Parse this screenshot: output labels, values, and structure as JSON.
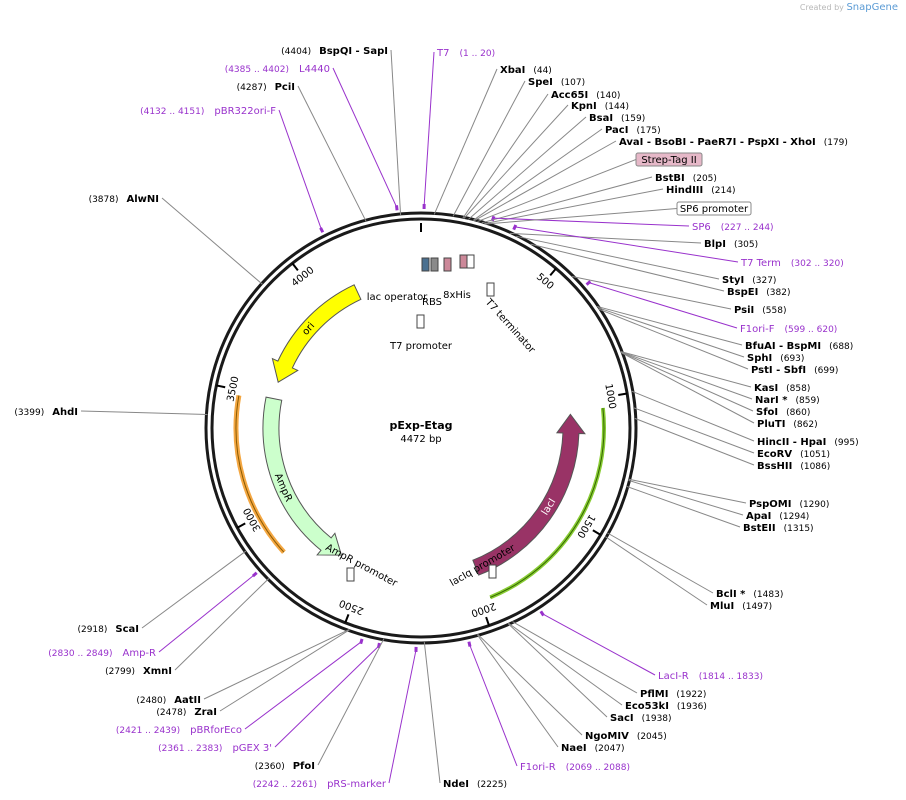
{
  "credit": {
    "prefix": "Created by",
    "brand": "SnapGene"
  },
  "plasmid": {
    "name": "pExp-Etag",
    "length_label": "4472 bp",
    "total_bp": 4472
  },
  "colors": {
    "enzyme": "#000000",
    "primer": "#9932cc",
    "backbone": "#1a1a1a",
    "ori": "#ffff00",
    "ampr": "#ccffcc",
    "laci": "#993366",
    "amp_primer": "#f4a742",
    "laci_primer": "#88cc33"
  },
  "tick_labels": [
    "500",
    "1000",
    "1500",
    "2000",
    "2500",
    "3000",
    "3500",
    "4000"
  ],
  "features": [
    {
      "name": "ori",
      "start": 3575,
      "end": 4161,
      "direction": "ccw",
      "color": "#ffff00"
    },
    {
      "name": "AmpR",
      "start": 2634,
      "end": 3494,
      "direction": "ccw",
      "color": "#ccffcc"
    },
    {
      "name": "lacI",
      "start": 1053,
      "end": 1970,
      "direction": "ccw",
      "color": "#993366"
    }
  ],
  "feature_labels": [
    "lac operator",
    "RBS",
    "8xHis",
    "T7 terminator",
    "T7 promoter",
    "lacIq promoter",
    "AmpR promoter"
  ],
  "enzymes_right": [
    {
      "name": "XbaI",
      "pos": "(44)"
    },
    {
      "name": "SpeI",
      "pos": "(107)"
    },
    {
      "name": "Acc65I",
      "pos": "(140)"
    },
    {
      "name": "KpnI",
      "pos": "(144)"
    },
    {
      "name": "BsaI",
      "pos": "(159)"
    },
    {
      "name": "PacI",
      "pos": "(175)"
    },
    {
      "name": "AvaI - BsoBI - PaeR7I - PspXI - XhoI",
      "pos": "(179)"
    },
    {
      "name": "BstBI",
      "pos": "(205)"
    },
    {
      "name": "HindIII",
      "pos": "(214)"
    },
    {
      "name": "BlpI",
      "pos": "(305)"
    },
    {
      "name": "StyI",
      "pos": "(327)"
    },
    {
      "name": "BspEI",
      "pos": "(382)"
    },
    {
      "name": "PsiI",
      "pos": "(558)"
    },
    {
      "name": "BfuAI - BspMI",
      "pos": "(688)"
    },
    {
      "name": "SphI",
      "pos": "(693)"
    },
    {
      "name": "PstI - SbfI",
      "pos": "(699)"
    },
    {
      "name": "KasI",
      "pos": "(858)"
    },
    {
      "name": "NarI *",
      "pos": "(859)"
    },
    {
      "name": "SfoI",
      "pos": "(860)"
    },
    {
      "name": "PluTI",
      "pos": "(862)"
    },
    {
      "name": "HincII - HpaI",
      "pos": "(995)"
    },
    {
      "name": "EcoRV",
      "pos": "(1051)"
    },
    {
      "name": "BssHII",
      "pos": "(1086)"
    },
    {
      "name": "PspOMI",
      "pos": "(1290)"
    },
    {
      "name": "ApaI",
      "pos": "(1294)"
    },
    {
      "name": "BstEII",
      "pos": "(1315)"
    },
    {
      "name": "BclI *",
      "pos": "(1483)"
    },
    {
      "name": "MluI",
      "pos": "(1497)"
    }
  ],
  "enzymes_bottom_right": [
    {
      "name": "PflMI",
      "pos": "(1922)"
    },
    {
      "name": "Eco53kI",
      "pos": "(1936)"
    },
    {
      "name": "SacI",
      "pos": "(1938)"
    },
    {
      "name": "NgoMIV",
      "pos": "(2045)"
    },
    {
      "name": "NaeI",
      "pos": "(2047)"
    },
    {
      "name": "NdeI",
      "pos": "(2225)"
    }
  ],
  "enzymes_left": [
    {
      "name": "BspQI - SapI",
      "pos": "(4404)"
    },
    {
      "name": "PciI",
      "pos": "(4287)"
    },
    {
      "name": "AlwNI",
      "pos": "(3878)"
    },
    {
      "name": "AhdI",
      "pos": "(3399)"
    },
    {
      "name": "ScaI",
      "pos": "(2918)"
    },
    {
      "name": "XmnI",
      "pos": "(2799)"
    },
    {
      "name": "AatII",
      "pos": "(2480)"
    },
    {
      "name": "ZraI",
      "pos": "(2478)"
    },
    {
      "name": "PfoI",
      "pos": "(2360)"
    }
  ],
  "primers": [
    {
      "name": "T7",
      "range": "(1 .. 20)"
    },
    {
      "name": "L4440",
      "range": "(4385 .. 4402)"
    },
    {
      "name": "pBR322ori-F",
      "range": "(4132 .. 4151)"
    },
    {
      "name": "SP6",
      "range": "(227 .. 244)"
    },
    {
      "name": "T7 Term",
      "range": "(302 .. 320)"
    },
    {
      "name": "F1ori-F",
      "range": "(599 .. 620)"
    },
    {
      "name": "LacI-R",
      "range": "(1814 .. 1833)"
    },
    {
      "name": "F1ori-R",
      "range": "(2069 .. 2088)"
    },
    {
      "name": "Amp-R",
      "range": "(2830 .. 2849)"
    },
    {
      "name": "pBRforEco",
      "range": "(2421 .. 2439)"
    },
    {
      "name": "pGEX 3'",
      "range": "(2361 .. 2383)"
    },
    {
      "name": "pRS-marker",
      "range": "(2242 .. 2261)"
    }
  ],
  "boxed_features": [
    {
      "name": "Strep-Tag II",
      "fill": "#e6b8c8"
    },
    {
      "name": "SP6 promoter",
      "fill": "#ffffff"
    }
  ]
}
